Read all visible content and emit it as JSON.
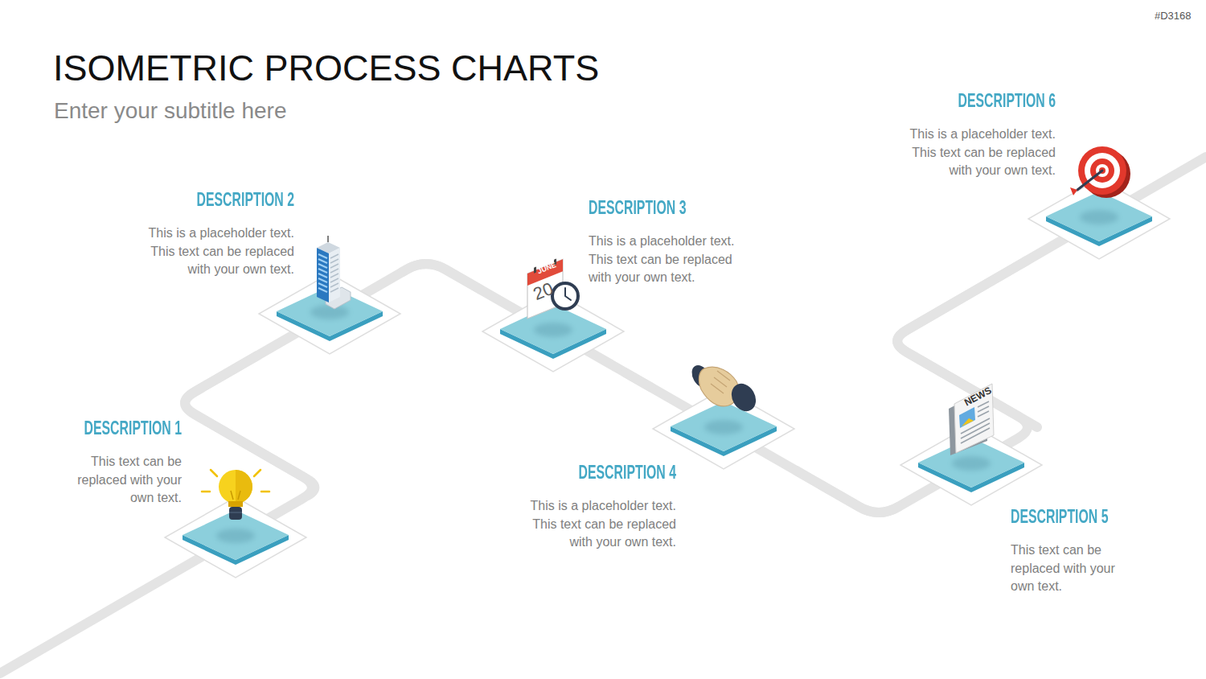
{
  "diagram": {
    "title": "ISOMETRIC PROCESS CHARTS",
    "nodes": [
      {
        "text": [
          "DESCRIPTION 1",
          "This text can be replaced with your own text."
        ]
      },
      {
        "text": [
          "DESCRIPTION 2",
          "This is a placeholder text. This text can be replaced with your own text."
        ]
      },
      {
        "text": [
          "DESCRIPTION 3",
          "This is a placeholder text. This text can be replaced with your own text."
        ]
      },
      {
        "text": [
          "DESCRIPTION 4",
          "This is a placeholder text. This text can be replaced with your own text."
        ]
      },
      {
        "text": [
          "DESCRIPTION 5",
          "This text can be replaced with your own text."
        ]
      },
      {
        "text": [
          "DESCRIPTION 6",
          "This is a placeholder text. This text can be replaced with your own text."
        ]
      }
    ],
    "edges": [
      {
        "from": 0,
        "to": 1,
        "arrow": "none"
      },
      {
        "from": 1,
        "to": 2,
        "arrow": "none"
      },
      {
        "from": 2,
        "to": 3,
        "arrow": "none"
      },
      {
        "from": 3,
        "to": 4,
        "arrow": "none"
      },
      {
        "from": 4,
        "to": 5,
        "arrow": "none"
      }
    ],
    "labels": [
      "Enter your subtitle here",
      "#D3168",
      "JUNE",
      "20",
      "NEWS"
    ]
  }
}
